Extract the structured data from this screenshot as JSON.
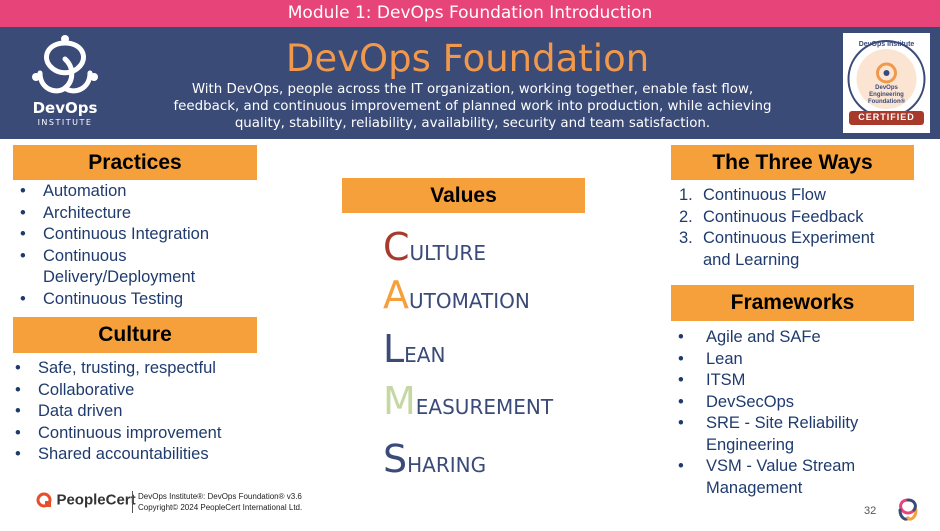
{
  "header": {
    "module_title": "Module 1: DevOps Foundation Introduction"
  },
  "hero": {
    "title": "DevOps Foundation",
    "description_lines": [
      "With DevOps, people across the IT organization, working together, enable fast flow,",
      "feedback, and continuous improvement of planned work into production, while achieving",
      "quality, stability, reliability, availability, security and team satisfaction."
    ],
    "logo_name": "DevOps",
    "logo_sub": "INSTITUTE",
    "badge": {
      "top_text": "DevOps Institute",
      "middle_lines": [
        "DevOps",
        "Engineering",
        "Foundation®"
      ],
      "bottom_text": "CERTIFIED"
    }
  },
  "practices": {
    "title": "Practices",
    "items": [
      "Automation",
      "Architecture",
      "Continuous Integration",
      "Continuous Delivery/Deployment",
      "Continuous Testing"
    ]
  },
  "culture": {
    "title": "Culture",
    "items": [
      "Safe, trusting, respectful",
      "Collaborative",
      "Data driven",
      "Continuous improvement",
      "Shared accountabilities"
    ]
  },
  "values": {
    "title": "Values",
    "calms": [
      {
        "letter": "C",
        "rest": "ULTURE",
        "color": "#a83a2c"
      },
      {
        "letter": "A",
        "rest": "UTOMATION",
        "color": "#f5a03a"
      },
      {
        "letter": "L",
        "rest": "EAN",
        "color": "#3b4b78"
      },
      {
        "letter": "M",
        "rest": "EASUREMENT",
        "color": "#c5d8a4"
      },
      {
        "letter": "S",
        "rest": "HARING",
        "color": "#3b4b78"
      }
    ]
  },
  "three_ways": {
    "title": "The Three Ways",
    "items": [
      {
        "num": "1.",
        "text": "Continuous Flow"
      },
      {
        "num": "2.",
        "text": "Continuous Feedback"
      },
      {
        "num": "3.",
        "text": "Continuous Experiment and Learning"
      }
    ]
  },
  "frameworks": {
    "title": "Frameworks",
    "items": [
      "Agile and SAFe",
      "Lean",
      "ITSM",
      "DevSecOps",
      "SRE - Site Reliability Engineering",
      "VSM - Value Stream Management"
    ]
  },
  "footer": {
    "brand": "PeopleCert",
    "line1": "DevOps Institute®: DevOps Foundation® v3.6",
    "line2": "Copyright© 2024 PeopleCert International Ltd.",
    "page_number": "32"
  },
  "colors": {
    "accent_pink": "#e7457a",
    "hero_navy": "#3b4b78",
    "header_orange": "#f5a03a",
    "list_blue": "#1f3b6e"
  }
}
